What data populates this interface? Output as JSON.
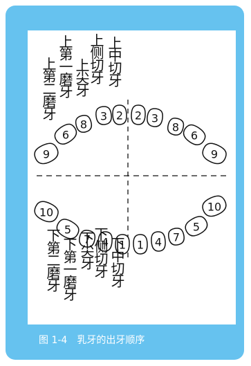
{
  "caption": "图 1-4　乳牙的出牙顺序",
  "labels": {
    "upper_central_incisor": "上中切牙",
    "upper_lateral_incisor": "上侧切牙",
    "upper_canine": "上尖牙",
    "upper_first_molar": "上第一磨牙",
    "upper_second_molar": "上第二磨牙",
    "lower_central_incisor": "下中切牙",
    "lower_lateral_incisor": "下侧切牙",
    "lower_canine": "下尖牙",
    "lower_first_molar": "下第一磨牙",
    "lower_second_molar": "下第二磨牙"
  },
  "upper_teeth": [
    {
      "side": "left",
      "type": "second-molar",
      "order": "9"
    },
    {
      "side": "left",
      "type": "first-molar",
      "order": "6"
    },
    {
      "side": "left",
      "type": "canine",
      "order": "8"
    },
    {
      "side": "left",
      "type": "lateral-incisor",
      "order": "3"
    },
    {
      "side": "left",
      "type": "central-incisor",
      "order": "2"
    },
    {
      "side": "right",
      "type": "central-incisor",
      "order": "2"
    },
    {
      "side": "right",
      "type": "lateral-incisor",
      "order": "3"
    },
    {
      "side": "right",
      "type": "canine",
      "order": "8"
    },
    {
      "side": "right",
      "type": "first-molar",
      "order": "6"
    },
    {
      "side": "right",
      "type": "second-molar",
      "order": "9"
    }
  ],
  "lower_teeth": [
    {
      "side": "left",
      "type": "second-molar",
      "order": "10"
    },
    {
      "side": "left",
      "type": "first-molar",
      "order": "5"
    },
    {
      "side": "left",
      "type": "canine",
      "order": "7"
    },
    {
      "side": "left",
      "type": "lateral-incisor",
      "order": "4"
    },
    {
      "side": "left",
      "type": "central-incisor",
      "order": "1"
    },
    {
      "side": "right",
      "type": "central-incisor",
      "order": "1"
    },
    {
      "side": "right",
      "type": "lateral-incisor",
      "order": "4"
    },
    {
      "side": "right",
      "type": "canine",
      "order": "7"
    },
    {
      "side": "right",
      "type": "first-molar",
      "order": "5"
    },
    {
      "side": "right",
      "type": "second-molar",
      "order": "10"
    }
  ],
  "colors": {
    "frame": "#66c2ef",
    "card": "#ffffff",
    "caption_text": "#ffffff",
    "ink": "#111111"
  }
}
